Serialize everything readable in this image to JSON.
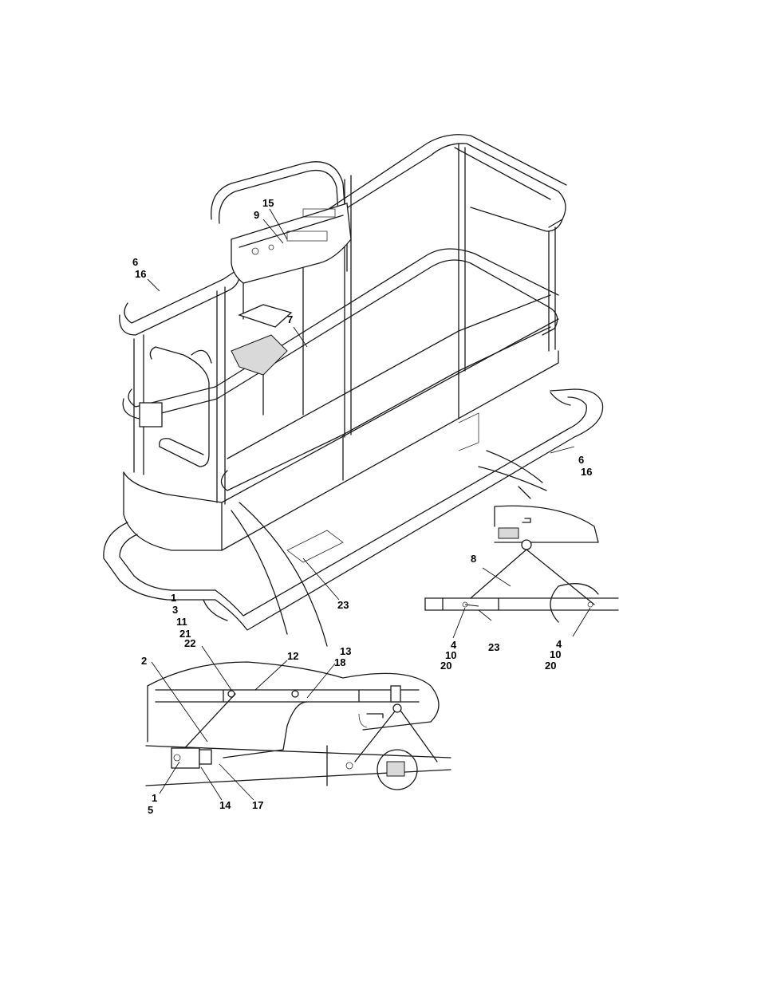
{
  "callouts": {
    "c15": "15",
    "c9": "9",
    "c6a": "6",
    "c16a": "16",
    "c7": "7",
    "c6b": "6",
    "c16b": "16",
    "c8": "8",
    "c23a": "23",
    "c1a": "1",
    "c3": "3",
    "c11": "11",
    "c21": "21",
    "c22": "22",
    "c4a": "4",
    "c10a": "10",
    "c20a": "20",
    "c23b": "23",
    "c4b": "4",
    "c10b": "10",
    "c20b": "20",
    "c2": "2",
    "c12": "12",
    "c13": "13",
    "c18": "18",
    "c1b": "1",
    "c5": "5",
    "c14": "14",
    "c17": "17"
  },
  "colors": {
    "line": "#1a1a1a",
    "background": "#ffffff",
    "shade": "#d9d9d9"
  }
}
